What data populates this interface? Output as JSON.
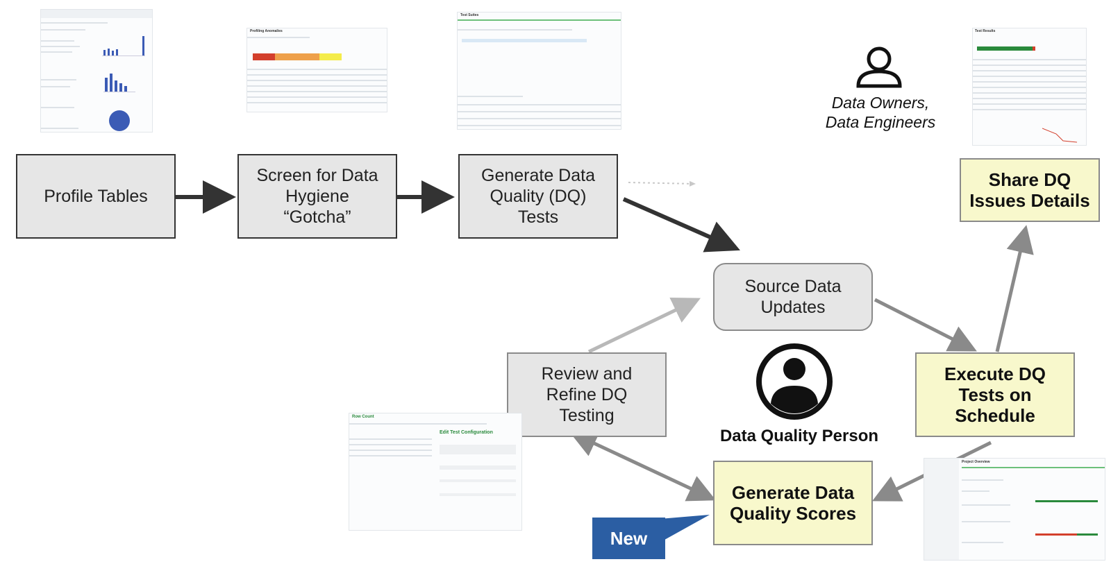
{
  "nodes": {
    "profile_tables": "Profile Tables",
    "screen_hygiene": "Screen for Data Hygiene “Gotcha”",
    "generate_tests": "Generate Data Quality (DQ) Tests",
    "source_updates": "Source Data Updates",
    "share_issues": "Share DQ Issues Details",
    "execute_tests": "Execute DQ Tests on Schedule",
    "review_refine": "Review and Refine DQ Testing",
    "generate_scores": "Generate Data Quality Scores"
  },
  "people": {
    "owners_line1": "Data Owners,",
    "owners_line2": "Data Engineers",
    "dq_person": "Data Quality Person"
  },
  "tag": {
    "new": "New"
  },
  "thumbnails": {
    "profiling_anomalies": "Profiling Anomalies",
    "test_suites": "Test Suites",
    "test_results": "Test Results",
    "row_count": "Row Count",
    "edit_test_config": "Edit Test Configuration",
    "project_overview": "Project Overview"
  },
  "colors": {
    "grey_box": "#e6e6e6",
    "yellow_box": "#f8f8cc",
    "new_tag": "#2b5ea3",
    "dark_arrow": "#333333",
    "mid_arrow": "#8a8a8a",
    "light_arrow": "#b8b8b8"
  }
}
